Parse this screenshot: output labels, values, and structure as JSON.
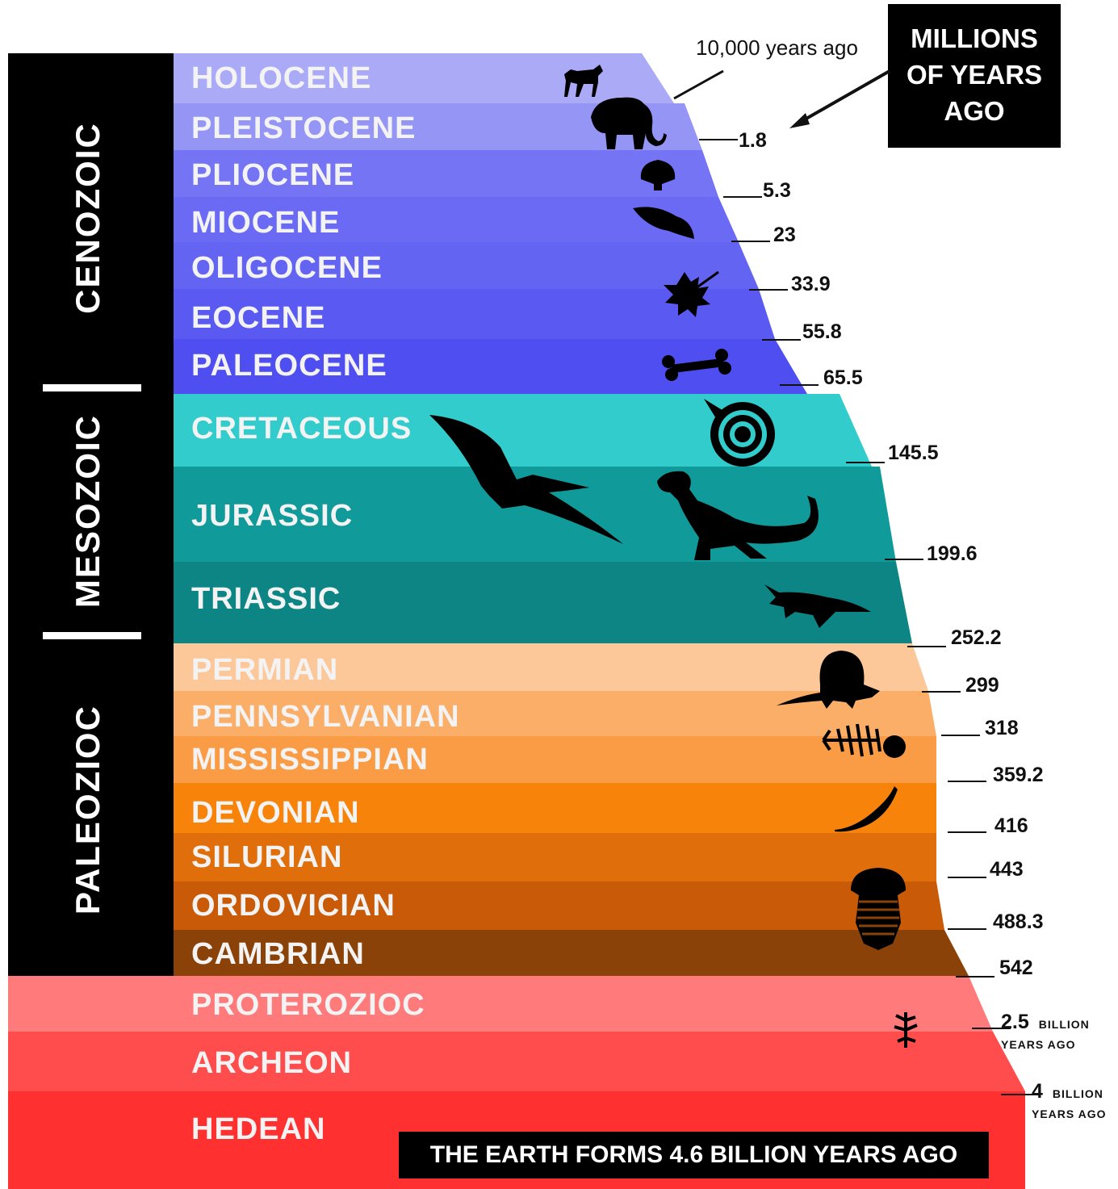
{
  "legend": {
    "line1": "MILLIONS",
    "line2": "OF YEARS",
    "line3": "AGO"
  },
  "recent_label": "10,000 years ago",
  "footer": "THE EARTH FORMS 4.6 BILLION YEARS AGO",
  "eras": [
    {
      "name": "CENOZOIC"
    },
    {
      "name": "MESOZOIC"
    },
    {
      "name": "PALEOZIOC"
    }
  ],
  "periods": [
    {
      "name": "HOLOCENE",
      "color": "#aaaaf7"
    },
    {
      "name": "PLEISTOCENE",
      "color": "#9595f5"
    },
    {
      "name": "PLIOCENE",
      "color": "#7474f5"
    },
    {
      "name": "MIOCENE",
      "color": "#6a6af5"
    },
    {
      "name": "OLIGOCENE",
      "color": "#6464f3"
    },
    {
      "name": "EOCENE",
      "color": "#5a5af3"
    },
    {
      "name": "PALEOCENE",
      "color": "#4e4ef1"
    },
    {
      "name": "CRETACEOUS",
      "color": "#33cccc"
    },
    {
      "name": "JURASSIC",
      "color": "#109a9a"
    },
    {
      "name": "TRIASSIC",
      "color": "#0d8585"
    },
    {
      "name": "PERMIAN",
      "color": "#fcc89a"
    },
    {
      "name": "PENNSYLVANIAN",
      "color": "#fbae68"
    },
    {
      "name": "MISSISSIPPIAN",
      "color": "#f99c45"
    },
    {
      "name": "DEVONIAN",
      "color": "#f7830a"
    },
    {
      "name": "SILURIAN",
      "color": "#e06e0a"
    },
    {
      "name": "ORDOVICIAN",
      "color": "#c85a08"
    },
    {
      "name": "CAMBRIAN",
      "color": "#8a4208"
    },
    {
      "name": "PROTEROZIOC",
      "color": "#ff7a7a"
    },
    {
      "name": "ARCHEON",
      "color": "#ff4c4c"
    },
    {
      "name": "HEDEAN",
      "color": "#ff3030"
    }
  ],
  "boundaries": [
    {
      "value": "1.8"
    },
    {
      "value": "5.3"
    },
    {
      "value": "23"
    },
    {
      "value": "33.9"
    },
    {
      "value": "55.8"
    },
    {
      "value": "65.5"
    },
    {
      "value": "145.5"
    },
    {
      "value": "199.6"
    },
    {
      "value": "252.2"
    },
    {
      "value": "299"
    },
    {
      "value": "318"
    },
    {
      "value": "359.2"
    },
    {
      "value": "416"
    },
    {
      "value": "443"
    },
    {
      "value": "488.3"
    },
    {
      "value": "542"
    },
    {
      "value": "2.5",
      "unit": "BILLION",
      "sub": "YEARS AGO"
    },
    {
      "value": "4",
      "unit": "BILLION",
      "sub": "YEARS AGO"
    }
  ],
  "icons": [
    {
      "name": "wolf-icon"
    },
    {
      "name": "mammoth-icon"
    },
    {
      "name": "scallop-shell-icon"
    },
    {
      "name": "conch-shell-icon"
    },
    {
      "name": "leaf-icon"
    },
    {
      "name": "bone-icon"
    },
    {
      "name": "ammonite-icon"
    },
    {
      "name": "pterosaur-icon"
    },
    {
      "name": "t-rex-icon"
    },
    {
      "name": "ichthyosaur-icon"
    },
    {
      "name": "dimetrodon-icon"
    },
    {
      "name": "fish-skeleton-icon"
    },
    {
      "name": "worm-icon"
    },
    {
      "name": "trilobite-icon"
    },
    {
      "name": "algae-icon"
    }
  ]
}
